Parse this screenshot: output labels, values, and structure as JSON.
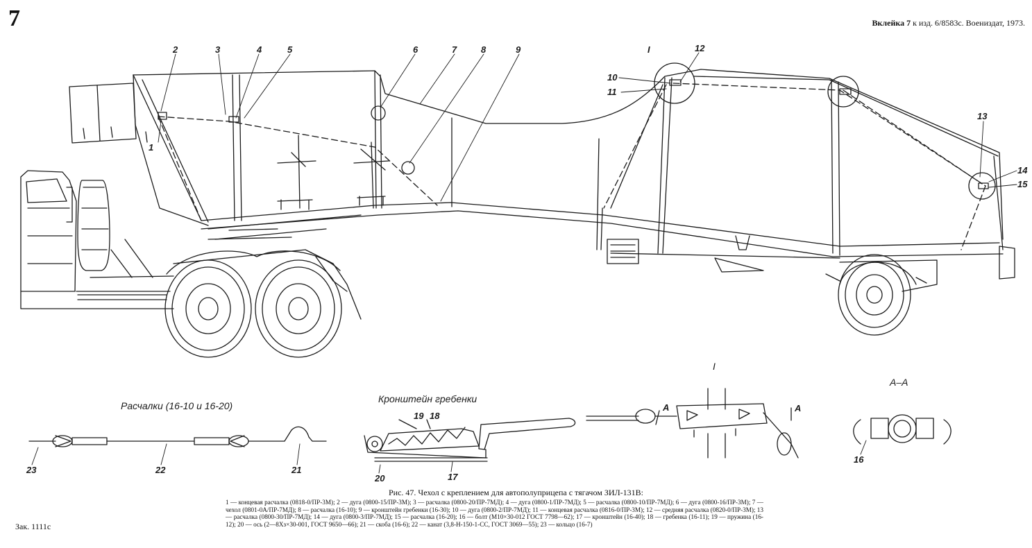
{
  "header": {
    "plate_number": "7",
    "insert_label": "Вклейка 7",
    "insert_rest": " к изд. 6/8583с. Воениздат, 1973."
  },
  "main_view": {
    "callouts": [
      "1",
      "2",
      "3",
      "4",
      "5",
      "6",
      "7",
      "8",
      "9",
      "I",
      "10",
      "11",
      "12",
      "13",
      "14",
      "15"
    ]
  },
  "details": {
    "stays": {
      "title": "Расчалки (16-10 и 16-20)",
      "callouts": [
        "23",
        "22",
        "21"
      ]
    },
    "bracket": {
      "title": "Кронштейн гребенки",
      "callouts": [
        "19",
        "18",
        "20",
        "17"
      ]
    },
    "node_i": {
      "title": "I",
      "section_mark": "A"
    },
    "section_aa": {
      "title": "А–А",
      "callouts": [
        "16"
      ]
    }
  },
  "caption": {
    "title": "Рис. 47. Чехол с креплением для автополуприцепа с тягачом ЗИЛ-131В:",
    "legend": "1 — концевая расчалка (0818-0/ПР-3М); 2 — дуга (0800-15/ПР-3М); 3 — расчалка (0800-20/ПР-7МД); 4 — дуга (0800-1/ПР-7МД); 5 — расчалка (0800-10/ПР-7МД); 6 — дуга (0800-16/ПР-3М); 7 — чехол (0801-0А/ПР-7МД); 8 — расчалка (16-10); 9 — кронштейн гребенки (16-30); 10 — дуга (0800-2/ПР-7МД); 11 — концевая расчалка (0816-0/ПР-3М); 12 — средняя расчалка (0820-0/ПР-3М); 13 — расчалка (0800-30/ПР-7МД); 14 — дуга (0800-3/ПР-7МД); 15 — расчалка (16-20); 16 — болт (М10×30-012 ГОСТ 7798—62); 17 — кронштейн (16-40); 18 — гребенка (16-11); 19 — пружина (16-12); 20 — ось (2—8Хз×30-001, ГОСТ 9650—66); 21 — скоба (16-6); 22 — канат (3,8-Н-150-1-СС, ГОСТ 3069—55); 23 — кольцо (16-7)"
  },
  "footer": {
    "order_number": "Зак. 1111с"
  },
  "colors": {
    "ink": "#1a1a1a",
    "paper": "#ffffff"
  }
}
